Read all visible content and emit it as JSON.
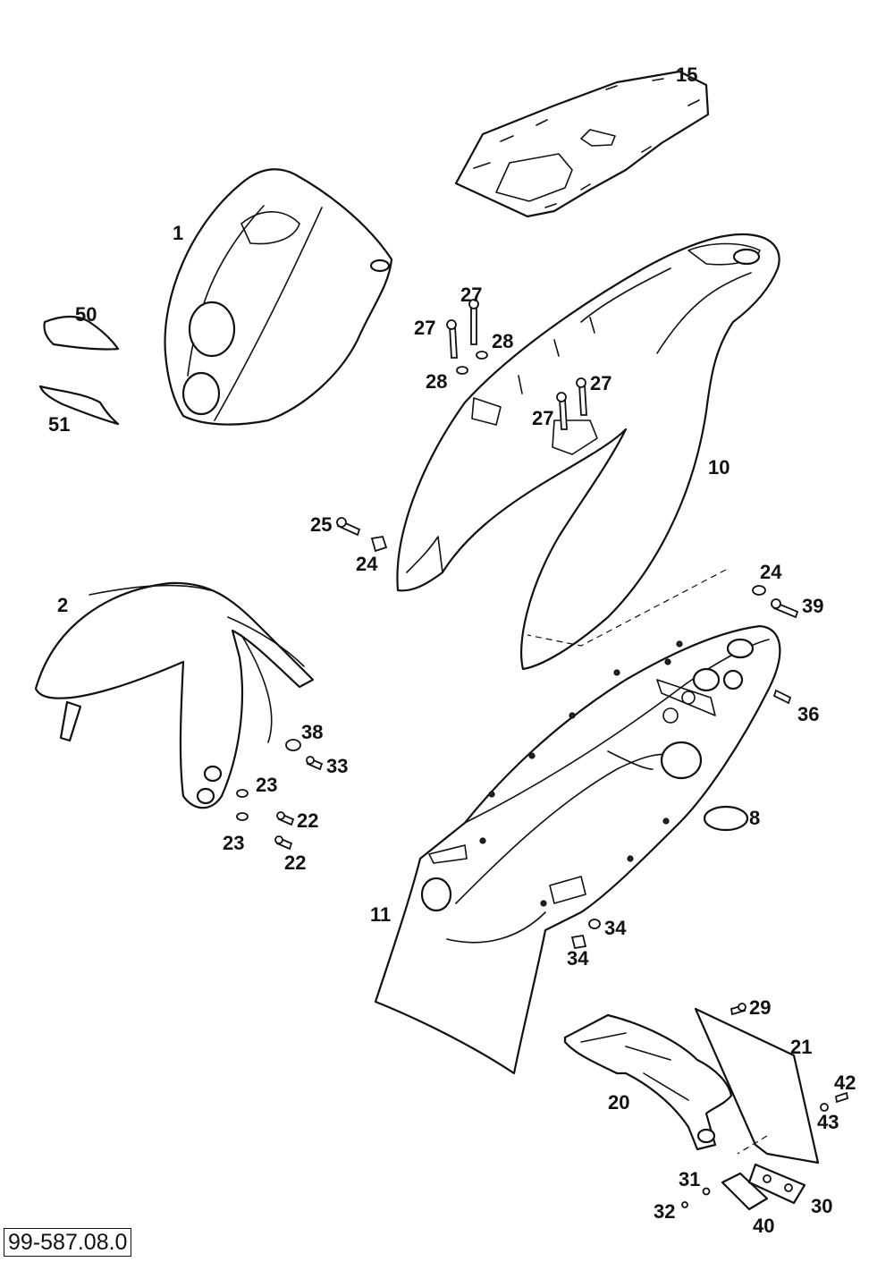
{
  "document_number": "99-587.08.0",
  "callouts": {
    "c1": "1",
    "c2": "2",
    "c8": "8",
    "c10": "10",
    "c11": "11",
    "c15": "15",
    "c20": "20",
    "c21": "21",
    "c22a": "22",
    "c22b": "22",
    "c23a": "23",
    "c23b": "23",
    "c24a": "24",
    "c24b": "24",
    "c25": "25",
    "c27a": "27",
    "c27b": "27",
    "c27c": "27",
    "c27d": "27",
    "c28a": "28",
    "c28b": "28",
    "c29": "29",
    "c30": "30",
    "c31": "31",
    "c32": "32",
    "c33": "33",
    "c34a": "34",
    "c34b": "34",
    "c36": "36",
    "c38": "38",
    "c39": "39",
    "c40": "40",
    "c42": "42",
    "c43": "43",
    "c50": "50",
    "c51": "51"
  },
  "colors": {
    "line": "#111111",
    "paper": "#ffffff"
  }
}
